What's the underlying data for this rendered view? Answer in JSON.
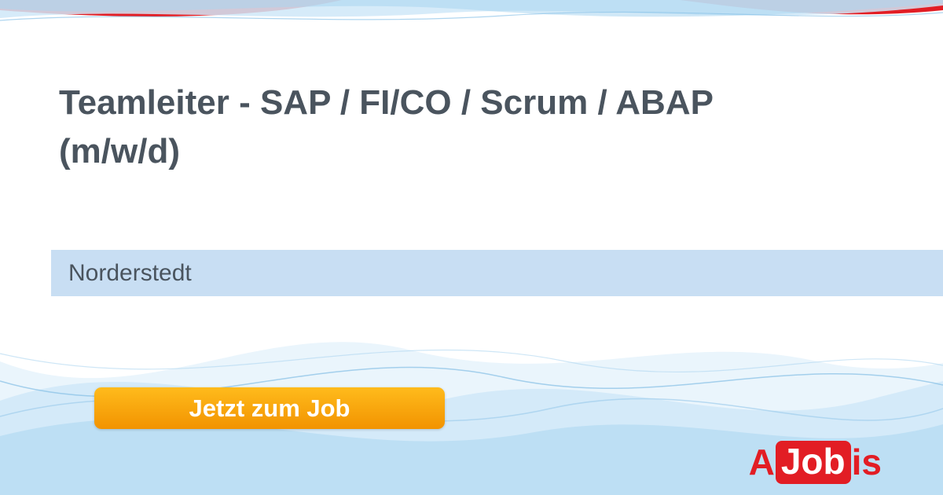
{
  "job": {
    "title": "Teamleiter - SAP / FI/CO / Scrum / ABAP (m/w/d)",
    "location": "Norderstedt"
  },
  "cta": {
    "label": "Jetzt zum Job"
  },
  "logo": {
    "prefix": "A",
    "highlight": "Job",
    "suffix": "is"
  },
  "colors": {
    "accent_red": "#e21d24",
    "title_text": "#4a545e",
    "location_bar_bg": "#c8def3",
    "button_gradient_start": "#ffbb1c",
    "button_gradient_end": "#f29300",
    "button_text": "#ffffff",
    "wave_blue_light": "#d2e9f8",
    "wave_blue_mid": "#b9ddf3"
  }
}
